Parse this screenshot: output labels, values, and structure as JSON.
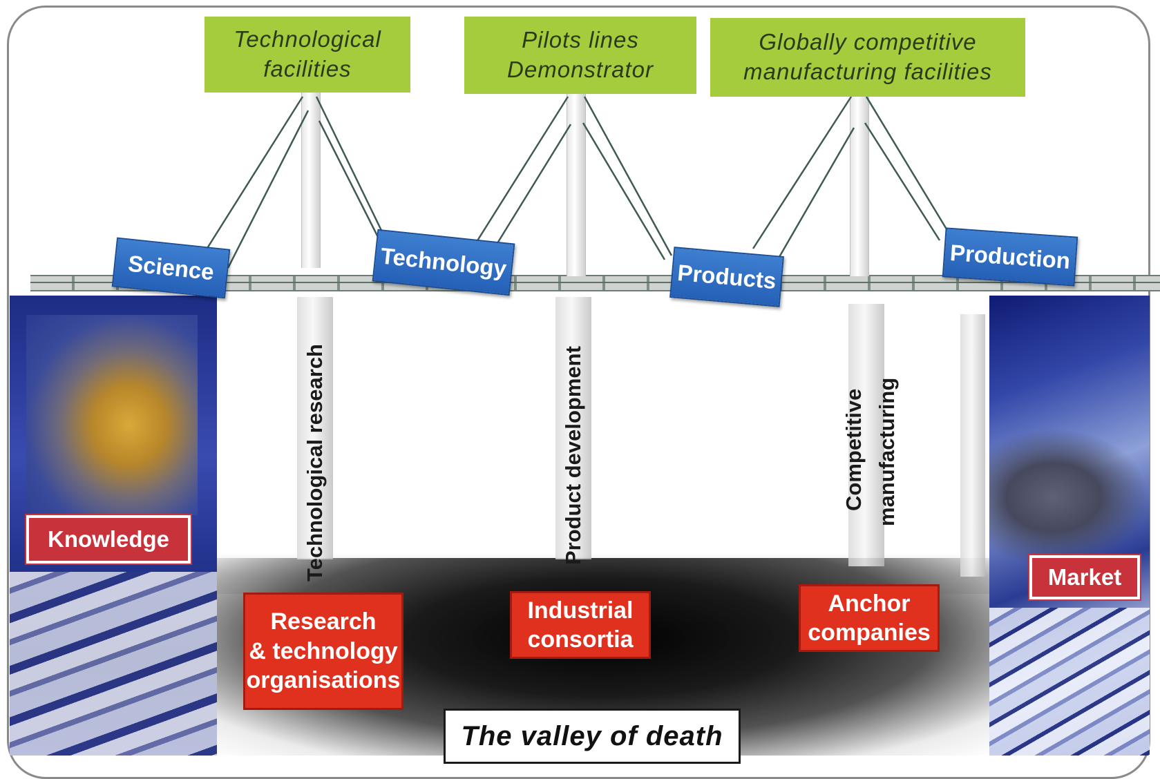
{
  "top_facilities": [
    {
      "line1": "Technological",
      "line2": "facilities"
    },
    {
      "line1": "Pilots lines",
      "line2": "Demonstrator"
    },
    {
      "line1": "Globally competitive",
      "line2": "manufacturing facilities"
    }
  ],
  "bridge_tags": [
    "Science",
    "Technology",
    "Products",
    "Production"
  ],
  "pillar_labels": {
    "p1": "Technological research",
    "p2": "Product development",
    "p3_line1": "Competitive",
    "p3_line2": "manufacturing"
  },
  "base_actors": [
    {
      "line1": "Research",
      "line2": "& technology",
      "line3": "organisations"
    },
    {
      "line1": "Industrial",
      "line2": "consortia"
    },
    {
      "line1": "Anchor",
      "line2": "companies"
    }
  ],
  "ends": {
    "left": "Knowledge",
    "right": "Market"
  },
  "valley_label": "The valley of death",
  "colors": {
    "facility_green": "#a4cc3d",
    "tag_blue": "#2f6fc4",
    "actor_red": "#e0311e",
    "end_red": "#c8333b"
  }
}
